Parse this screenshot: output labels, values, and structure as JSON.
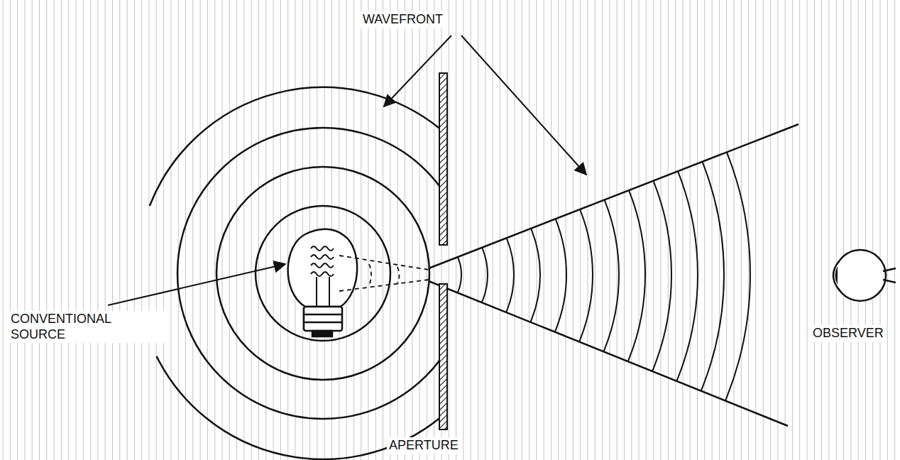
{
  "diagram": {
    "labels": [
      "WAVEFRONT",
      "CONVENTIONAL SOURCE",
      "APERTURE",
      "OBSERVER"
    ]
  }
}
